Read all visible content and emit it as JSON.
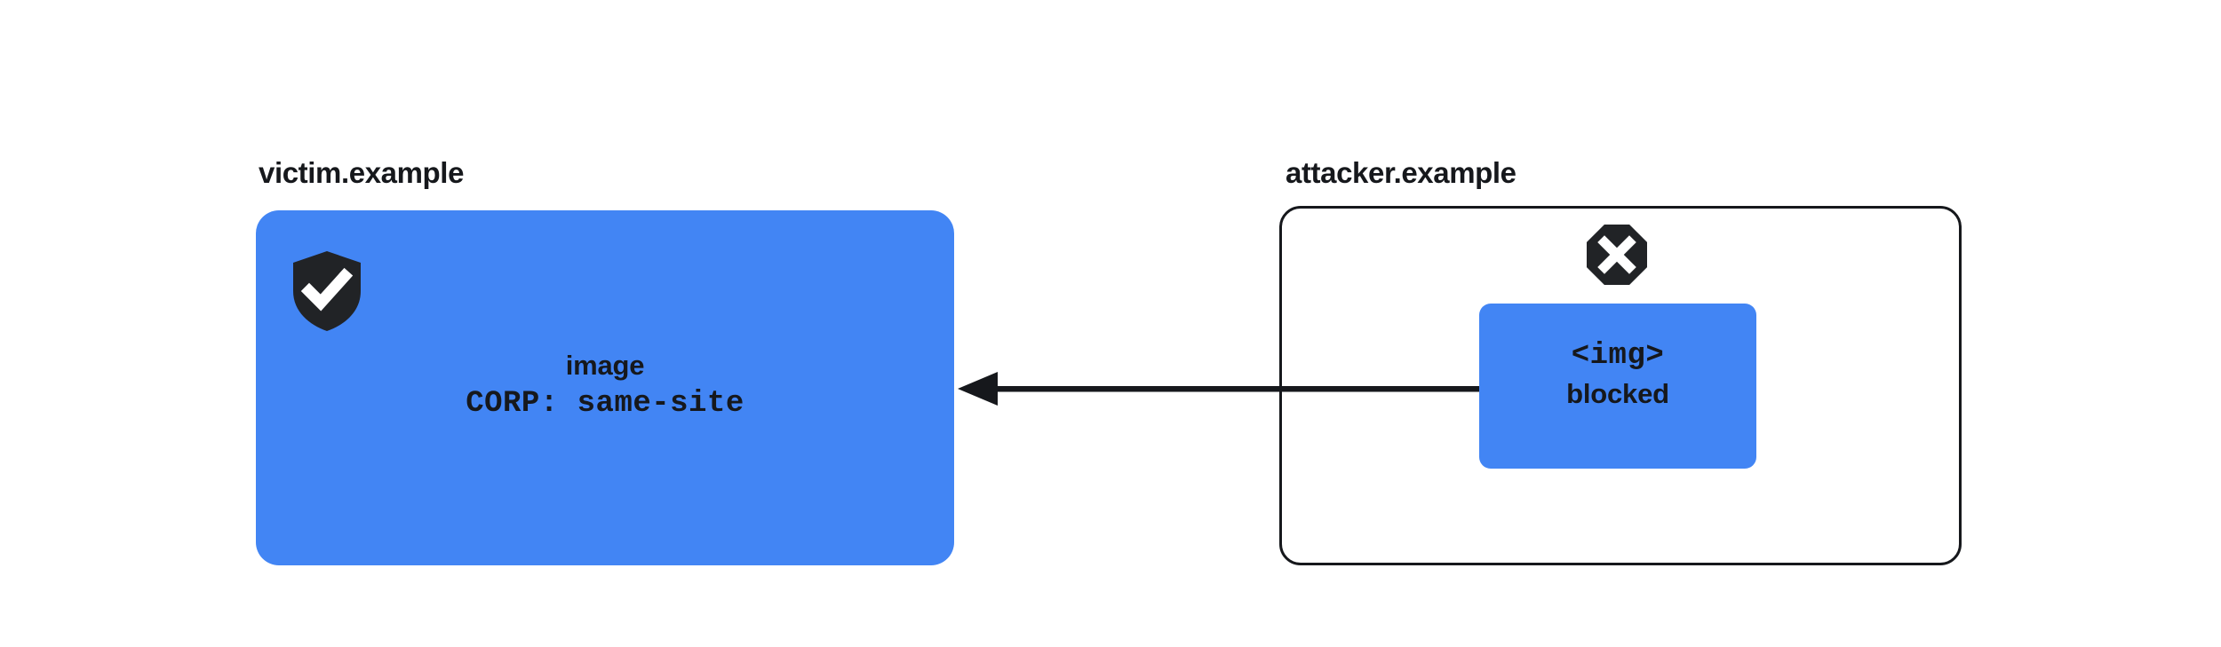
{
  "diagram": {
    "title_victim": "victim.example",
    "title_attacker": "attacker.example",
    "colors": {
      "resource_blue": "#4285F4",
      "ink": "#16181C",
      "background": "#FFFFFF",
      "icon_glyph": "#FFFFFF"
    },
    "victim": {
      "label": "victim.example",
      "icon": "shield-check-icon",
      "resource_name": "image",
      "header_line": "CORP: same-site"
    },
    "attacker": {
      "label": "attacker.example",
      "icon": "blocked-octagon-x-icon",
      "element_tag": "<img>",
      "status": "blocked"
    },
    "arrow": {
      "icon": "arrow-left-icon",
      "direction": "right-to-left",
      "meaning": "cross-origin request"
    }
  }
}
